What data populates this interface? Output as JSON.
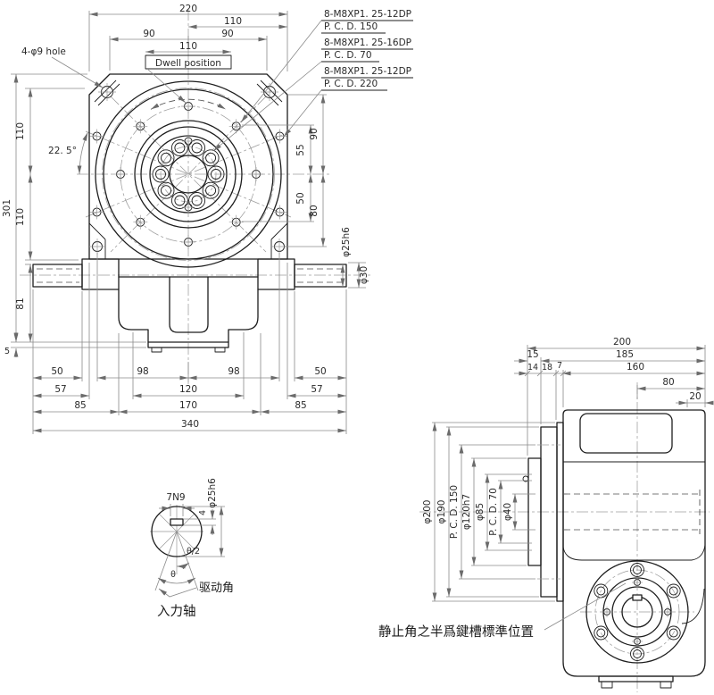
{
  "front": {
    "notes": {
      "hole": "4-φ9 hole",
      "dwell": "Dwell  position",
      "n1a": "8-M8XP1. 25-12DP",
      "n1b": "P. C. D. 150",
      "n2a": "8-M8XP1. 25-16DP",
      "n2b": "P. C. D. 70",
      "n3a": "8-M8XP1. 25-12DP",
      "n3b": "P. C. D. 220"
    },
    "top": {
      "w220": "220",
      "w110r": "110",
      "w90l": "90",
      "w90r": "90",
      "w110c": "110"
    },
    "left": {
      "h110u": "110",
      "h110l": "110",
      "h301": "301",
      "h81": "81",
      "h5": "5",
      "angle": "22. 5°"
    },
    "right": {
      "h90": "90",
      "h55": "55",
      "h50": "50",
      "h80": "80",
      "shaft": "φ25h6",
      "collar": "φ30"
    },
    "bottom": {
      "b50l": "50",
      "b98l": "98",
      "b98r": "98",
      "b50r": "50",
      "b57l": "57",
      "b120": "120",
      "b57r": "57",
      "b85l": "85",
      "b170": "170",
      "b85r": "85",
      "b340": "340"
    }
  },
  "shaft": {
    "key": "7N9",
    "depth": "4",
    "dia": "φ25h6",
    "half": "θ/2",
    "full": "θ",
    "drive": "驱动角",
    "input": "入力轴"
  },
  "side": {
    "top": {
      "w200": "200",
      "w15": "15",
      "w185": "185",
      "w14": "14",
      "w18": "18",
      "w7": "7",
      "w160": "160",
      "w80": "80",
      "w20": "20"
    },
    "dia": {
      "d200": "φ200",
      "d190": "φ190",
      "p150": "P. C. D. 150",
      "d120": "φ120h7",
      "d85": "φ85",
      "p70": "P. C. D. 70",
      "d40": "φ40"
    },
    "note": "静止角之半爲鍵槽標準位置"
  }
}
